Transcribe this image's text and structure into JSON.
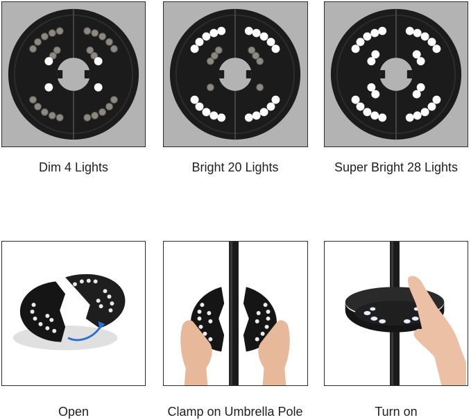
{
  "modes": [
    {
      "caption": "Dim 4 Lights"
    },
    {
      "caption": "Bright 20 Lights"
    },
    {
      "caption": "Super Bright 28 Lights"
    }
  ],
  "steps": [
    {
      "caption": "Open"
    },
    {
      "caption": "Clamp on Umbrella Pole"
    },
    {
      "caption": "Turn on"
    }
  ],
  "colors": {
    "panel_bg_gray": "#b3b3b3",
    "housing": "#1b1b1b",
    "led_lit": "#ffffff",
    "led_off": "#8c8a80",
    "arrow": "#2f6fd0"
  }
}
